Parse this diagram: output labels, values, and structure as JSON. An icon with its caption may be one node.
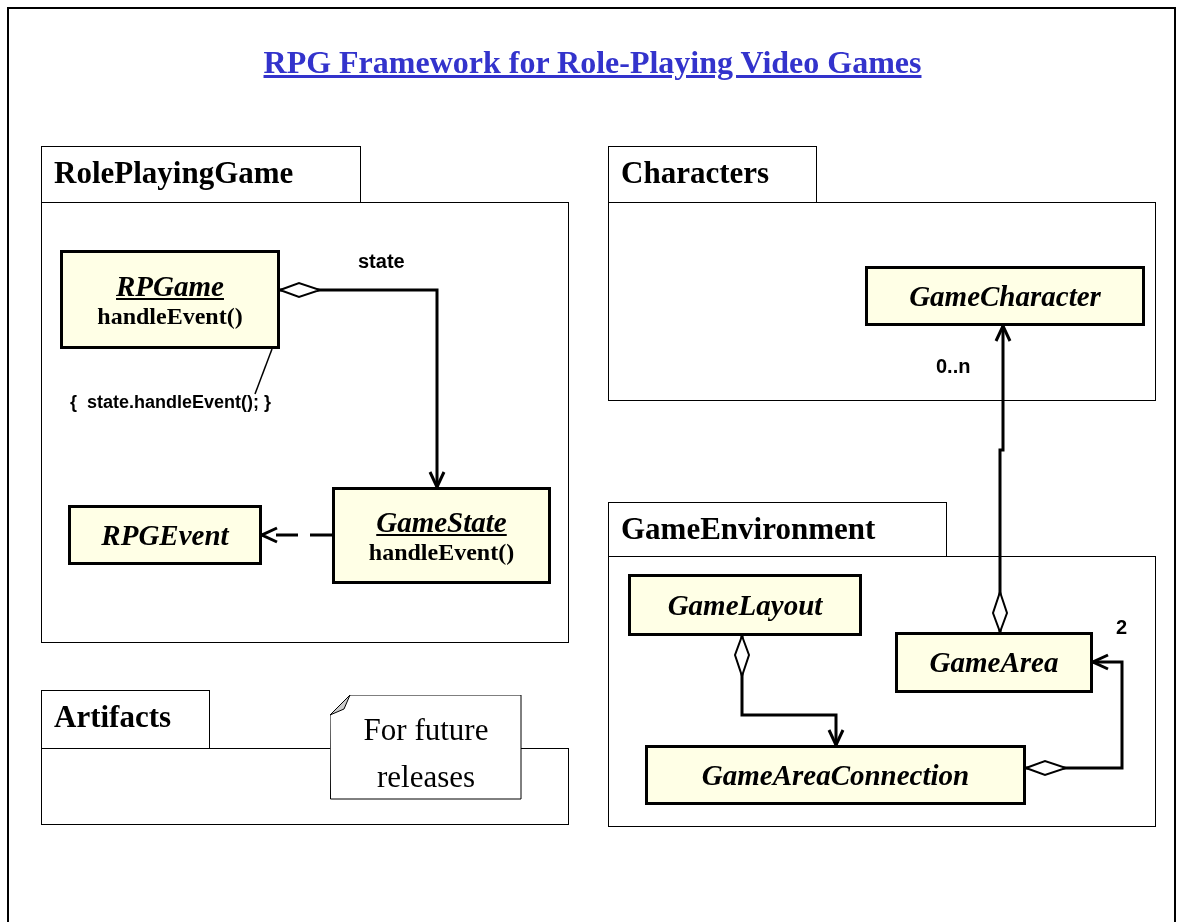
{
  "diagram": {
    "title": "RPG Framework for Role-Playing Video Games",
    "nodes": [
      {
        "text": [
          "RolePlayingGame"
        ]
      },
      {
        "text": [
          "RPGame",
          "handleEvent()"
        ],
        "in": 0
      },
      {
        "text": [
          "{  state.handleEvent(); }"
        ],
        "in": 0
      },
      {
        "text": [
          "GameState",
          "handleEvent()"
        ],
        "in": 0
      },
      {
        "text": [
          "RPGEvent"
        ],
        "in": 0
      },
      {
        "text": [
          "Characters"
        ]
      },
      {
        "text": [
          "GameCharacter"
        ],
        "in": 5
      },
      {
        "text": [
          "GameEnvironment"
        ]
      },
      {
        "text": [
          "GameLayout"
        ],
        "in": 7
      },
      {
        "text": [
          "GameArea"
        ],
        "in": 7
      },
      {
        "text": [
          "GameAreaConnection"
        ],
        "in": 7
      },
      {
        "text": [
          "Artifacts"
        ]
      },
      {
        "text": [
          "For future releases"
        ]
      }
    ],
    "edges": [
      {
        "from": 1,
        "to": 3,
        "arrow": "to",
        "label": "state"
      },
      {
        "from": 2,
        "to": 1,
        "arrow": "none"
      },
      {
        "from": 3,
        "to": 4,
        "arrow": "to",
        "style": "dashed"
      },
      {
        "from": 9,
        "to": 6,
        "arrow": "to",
        "label": "0..n"
      },
      {
        "from": 8,
        "to": 10,
        "arrow": "to"
      },
      {
        "from": 10,
        "to": 9,
        "arrow": "to",
        "label": "2"
      }
    ]
  }
}
